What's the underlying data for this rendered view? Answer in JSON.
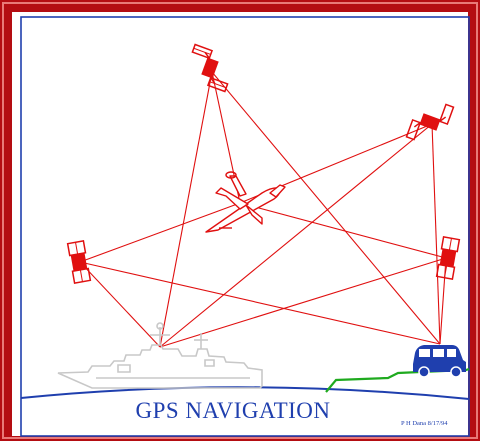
{
  "diagram": {
    "title": "GPS NAVIGATION",
    "credit": "P H Dana 8/17/94",
    "colors": {
      "frame_outer": "#b40d12",
      "frame_blue": "#1f3fae",
      "signal_lines": "#e01010",
      "ground": "#1f3fae",
      "land": "#1faa1f",
      "ship": "#c8c8c8",
      "vehicle": "#1f3fae"
    },
    "nodes": [
      {
        "id": "sat-top",
        "kind": "satellite"
      },
      {
        "id": "sat-upper-right",
        "kind": "satellite"
      },
      {
        "id": "sat-left",
        "kind": "satellite"
      },
      {
        "id": "sat-right",
        "kind": "satellite"
      },
      {
        "id": "aircraft",
        "kind": "receiver"
      },
      {
        "id": "ship",
        "kind": "receiver"
      },
      {
        "id": "vehicle",
        "kind": "receiver"
      }
    ],
    "links": [
      [
        "sat-top",
        "aircraft"
      ],
      [
        "sat-top",
        "ship"
      ],
      [
        "sat-top",
        "vehicle"
      ],
      [
        "sat-upper-right",
        "aircraft"
      ],
      [
        "sat-upper-right",
        "ship"
      ],
      [
        "sat-upper-right",
        "vehicle"
      ],
      [
        "sat-left",
        "aircraft"
      ],
      [
        "sat-left",
        "ship"
      ],
      [
        "sat-left",
        "vehicle"
      ],
      [
        "sat-right",
        "aircraft"
      ],
      [
        "sat-right",
        "ship"
      ],
      [
        "sat-right",
        "vehicle"
      ]
    ]
  }
}
